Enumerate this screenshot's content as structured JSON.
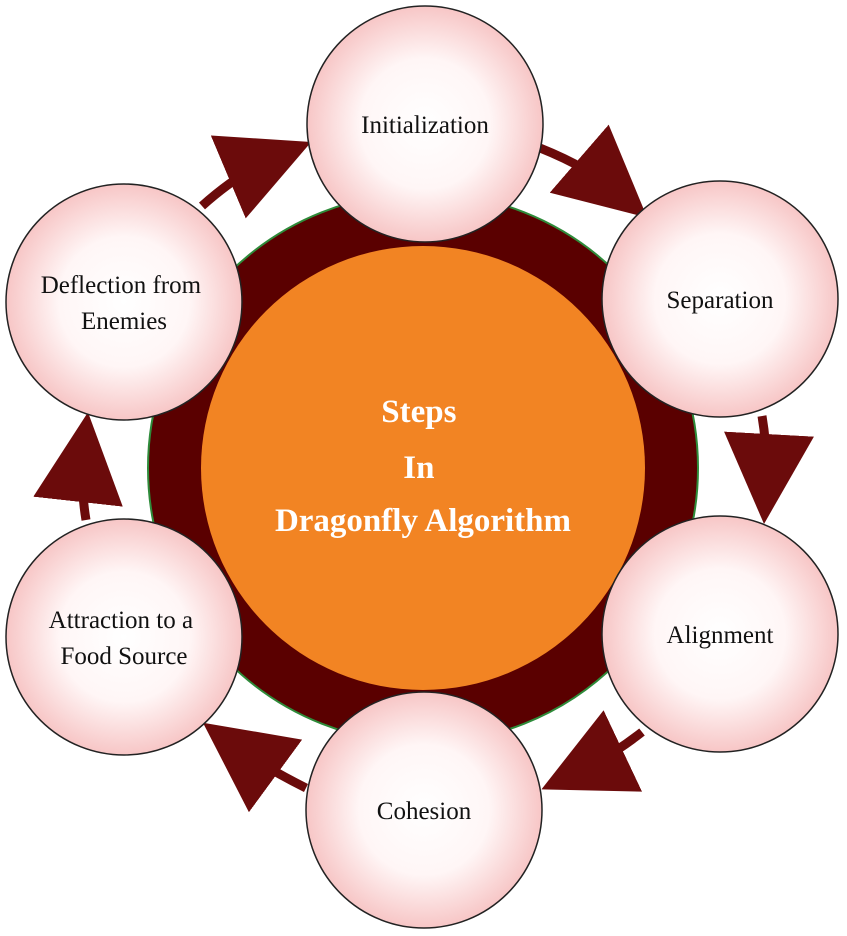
{
  "center": {
    "title_lines": [
      "Steps",
      "In",
      "Dragonfly Algorithm"
    ]
  },
  "steps": [
    {
      "id": "initialization",
      "lines": [
        "Initialization"
      ]
    },
    {
      "id": "separation",
      "lines": [
        "Separation"
      ]
    },
    {
      "id": "alignment",
      "lines": [
        "Alignment"
      ]
    },
    {
      "id": "cohesion",
      "lines": [
        "Cohesion"
      ]
    },
    {
      "id": "attraction",
      "lines": [
        "Attraction to a",
        "Food Source"
      ]
    },
    {
      "id": "deflection",
      "lines": [
        "Deflection from",
        "Enemies"
      ]
    }
  ],
  "colors": {
    "center_fill": "#f28423",
    "ring_fill": "#5a0000",
    "ring_outline": "#2e8b3a",
    "node_edge": "#f7c6c6",
    "node_center": "#ffffff",
    "node_stroke": "#222222",
    "arrow": "#6b0b0b"
  }
}
